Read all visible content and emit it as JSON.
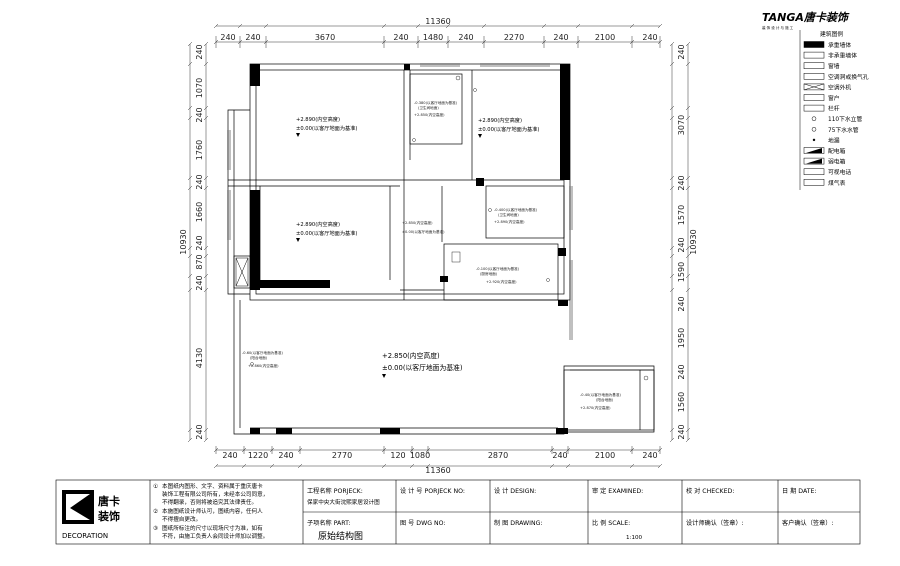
{
  "brand": {
    "header_logo": "TANGA唐卡装饰",
    "header_tagline": "装 饰 设 计 与 施 工",
    "block_name": "唐卡",
    "block_name2": "装饰",
    "block_sub": "DECORATION"
  },
  "dimensions": {
    "top_total": "11360",
    "bottom_total": "11360",
    "left_total": "10930",
    "right_total": "10930",
    "top_segments": [
      "240",
      "240",
      "3670",
      "240",
      "1480",
      "240",
      "2270",
      "240",
      "2100",
      "240"
    ],
    "bottom_segments": [
      "240",
      "1220",
      "240",
      "2770",
      "120",
      "1080",
      "2870",
      "240",
      "2100",
      "240"
    ],
    "left_segments": [
      "240",
      "1070",
      "240",
      "1760",
      "240",
      "1660",
      "240",
      "870",
      "240",
      "4130",
      "240"
    ],
    "right_segments": [
      "240",
      "3070",
      "240",
      "1570",
      "240",
      "1590",
      "240",
      "1950",
      "240",
      "1560",
      "240"
    ]
  },
  "room_labels": [
    {
      "height": "+2.890(内空高度)",
      "base": "±0.00(以客厅地面为基准)"
    },
    {
      "height": "+2.890(内空高度)",
      "base": "±0.00(以客厅地面为基准)"
    },
    {
      "height": "+2.890(内空高度)",
      "base": "±0.00(以客厅地面为基准)"
    },
    {
      "height": "+2.850(内空高度)",
      "base": "±0.00(以客厅地面为基准)"
    }
  ],
  "small_labels": [
    {
      "line1": "-0.380(以客厅地面为基准)",
      "line2": "(卫生间地面)",
      "line3": "+2.850(内空高度)"
    },
    {
      "line1": "-0.400(以客厅地面为基准)",
      "line2": "(卫生间地面)",
      "line3": "+2.890(内空高度)"
    },
    {
      "line1": "-0.100(以客厅地面为基准)",
      "line2": "(厨房地面)",
      "line3": "+2.920(内空高度)"
    },
    {
      "line1": "-0.60(以客厅地面为基准)",
      "line2": "(阳台地面)",
      "line3": "+2.860(内空高度)"
    },
    {
      "line1": "-0.40(以客厅地面为基准)",
      "line2": "(阳台地面)",
      "line3": "+2.870(内空高度)"
    },
    {
      "line1": "+2.850(内空高度)",
      "line2": "±0.00(以客厅地面为基准)",
      "line3": ""
    }
  ],
  "legend": {
    "title": "建筑图例",
    "items": [
      {
        "label": "承重墙体",
        "icon": "solid-black-wall-icon"
      },
      {
        "label": "非承重墙体",
        "icon": "outline-wall-icon"
      },
      {
        "label": "窗墙",
        "icon": "window-wall-icon"
      },
      {
        "label": "空调洞或换气孔",
        "icon": "vent-hole-icon"
      },
      {
        "label": "空调外机",
        "icon": "ac-unit-icon"
      },
      {
        "label": "窗户",
        "icon": "window-icon"
      },
      {
        "label": "栏杆",
        "icon": "railing-icon"
      },
      {
        "label": "110下水立管",
        "icon": "pipe-110-icon"
      },
      {
        "label": "75下水水管",
        "icon": "pipe-75-icon"
      },
      {
        "label": "地漏",
        "icon": "floor-drain-icon"
      },
      {
        "label": "配电箱",
        "icon": "distribution-box-icon"
      },
      {
        "label": "弱电箱",
        "icon": "weak-current-box-icon"
      },
      {
        "label": "可视电话",
        "icon": "video-phone-icon"
      },
      {
        "label": "煤气表",
        "icon": "gas-meter-icon"
      }
    ]
  },
  "notes": [
    "本图纸内图形、文字、资料属于重庆唐卡",
    "装饰工程有限公司所有，未经本公司同意，",
    "不得翻录，否则将被追究其法律责任。",
    "本施图纸设计师认可，图纸内容，任何人",
    "不得擅自更改。",
    "图纸所标注的尺寸以现场尺寸为准，如有",
    "不符，由施工负责人会同设计师加以调整。"
  ],
  "title_block": {
    "project_label": "工程名称 PORJECK:",
    "project_value": "保家中央大街沈熙家居设计图",
    "design_no_label": "设 计 号 PORJECK NO:",
    "design_label": "设 计 DESIGN:",
    "examined_label": "审 定 EXAMINED:",
    "checked_label": "校 对 CHECKED:",
    "date_label": "日 期 DATE:",
    "part_label": "子项名称 PART:",
    "part_value": "原始结构图",
    "dwg_label": "图 号 DWG NO:",
    "drawing_label": "制 图 DRAWING:",
    "scale_label": "比 例 SCALE:",
    "scale_value": "1:100",
    "designer_confirm": "设计师确认（签章）:",
    "client_confirm": "客户确认（签章）:"
  }
}
